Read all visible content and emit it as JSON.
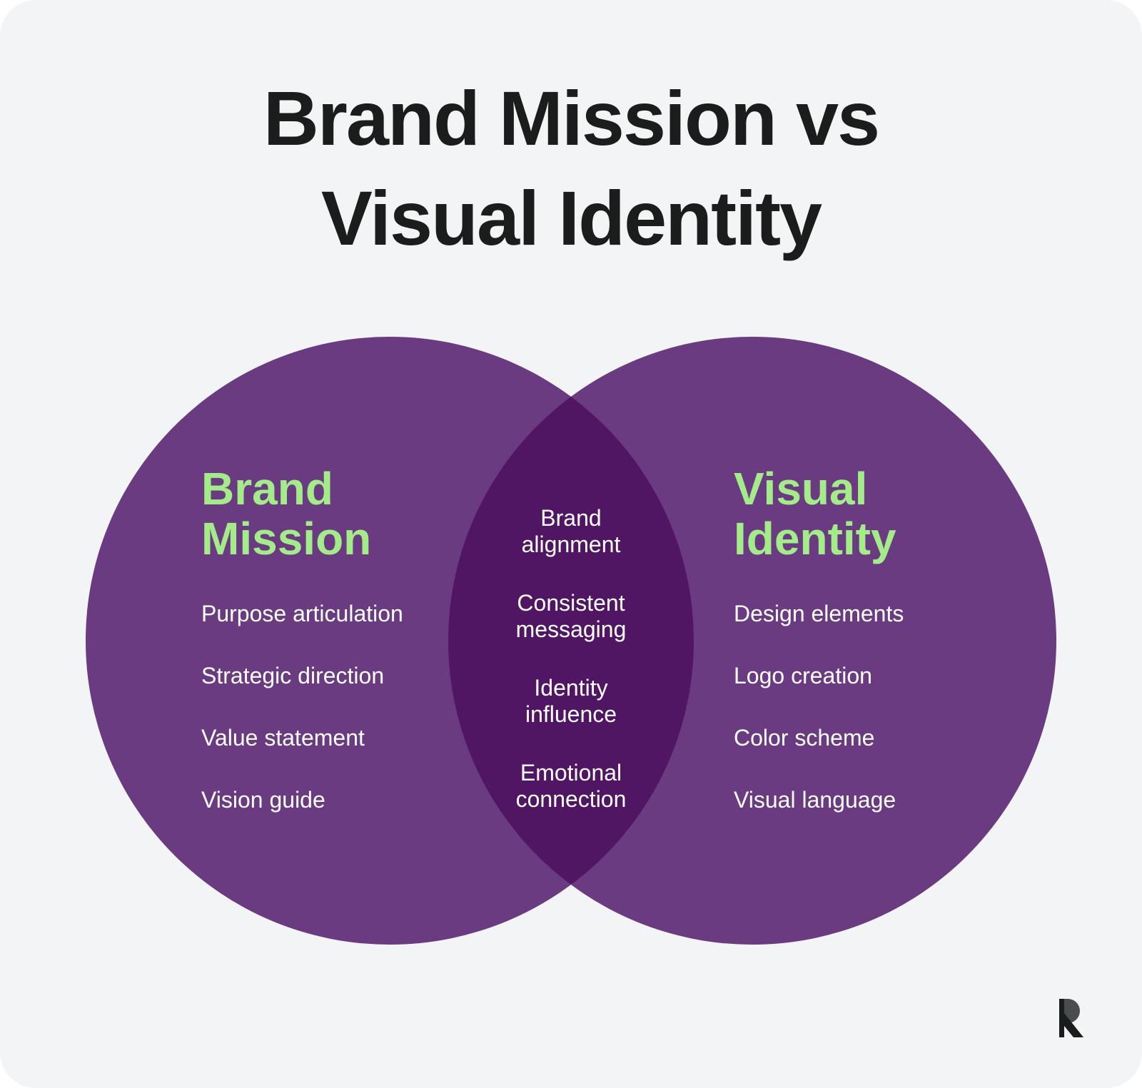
{
  "title": {
    "line1": "Brand Mission vs",
    "line2": "Visual Identity"
  },
  "colors": {
    "background": "#f3f4f6",
    "circle": "#6a3b80",
    "overlap": "#511663",
    "heading": "#a3ec89",
    "item_text": "#ffffff",
    "title_text": "#1b1d1d"
  },
  "left": {
    "heading_line1": "Brand",
    "heading_line2": "Mission",
    "items": [
      "Purpose articulation",
      "Strategic direction",
      "Value statement",
      "Vision guide"
    ]
  },
  "right": {
    "heading_line1": "Visual",
    "heading_line2": "Identity",
    "items": [
      "Design elements",
      "Logo creation",
      "Color scheme",
      "Visual language"
    ]
  },
  "overlap": {
    "items": [
      {
        "line1": "Brand",
        "line2": "alignment"
      },
      {
        "line1": "Consistent",
        "line2": "messaging"
      },
      {
        "line1": "Identity",
        "line2": "influence"
      },
      {
        "line1": "Emotional",
        "line2": "connection"
      }
    ]
  },
  "logo": {
    "icon": "r-logo-icon"
  }
}
